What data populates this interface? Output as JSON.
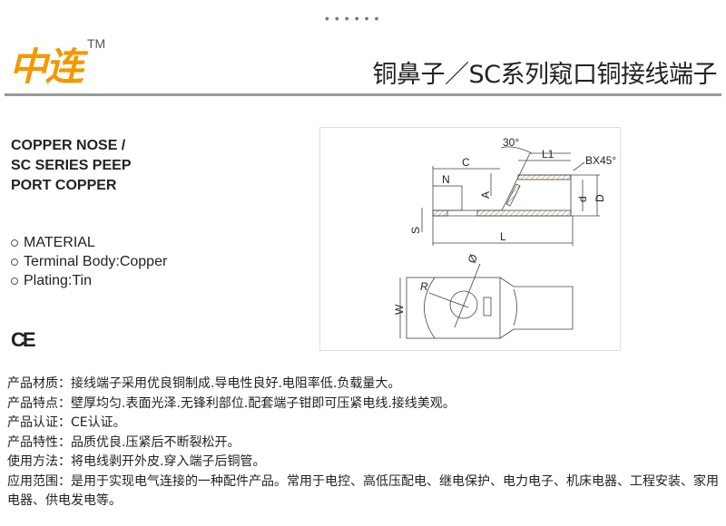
{
  "header": {
    "dots": "••••••",
    "logo": "中连",
    "trademark": "TM",
    "title": "铜鼻子／SC系列窥口铜接线端子"
  },
  "english_title": [
    "COPPER NOSE /",
    "SC SERIES PEEP",
    "PORT COPPER"
  ],
  "specs": [
    "MATERIAL",
    "Terminal Body:Copper",
    "Plating:Tin"
  ],
  "certification_mark": "CE",
  "drawing_labels": {
    "angle": "30°",
    "L1": "L1",
    "C": "C",
    "chamfer": "BX45°",
    "N": "N",
    "A": "A",
    "d": "d",
    "D": "D",
    "S": "S",
    "L": "L",
    "diameter": "Ø",
    "R": "R",
    "W": "W"
  },
  "description": [
    "产品材质：接线端子采用优良铜制成.导电性良好.电阻率低.负载量大。",
    "产品特点：壁厚均匀.表面光泽.无锋利部位.配套端子钳即可压紧电线.接线美观。",
    "产品认证：CE认证。",
    "产品特性：品质优良.压紧后不断裂松开。",
    "使用方法：将电线剥开外皮.穿入端子后铜管。",
    "应用范围：是用于实现电气连接的一种配件产品。常用于电控、高低压配电、继电保护、电力电子、机床电器、工程安装、家用电器、供电发电等。"
  ]
}
